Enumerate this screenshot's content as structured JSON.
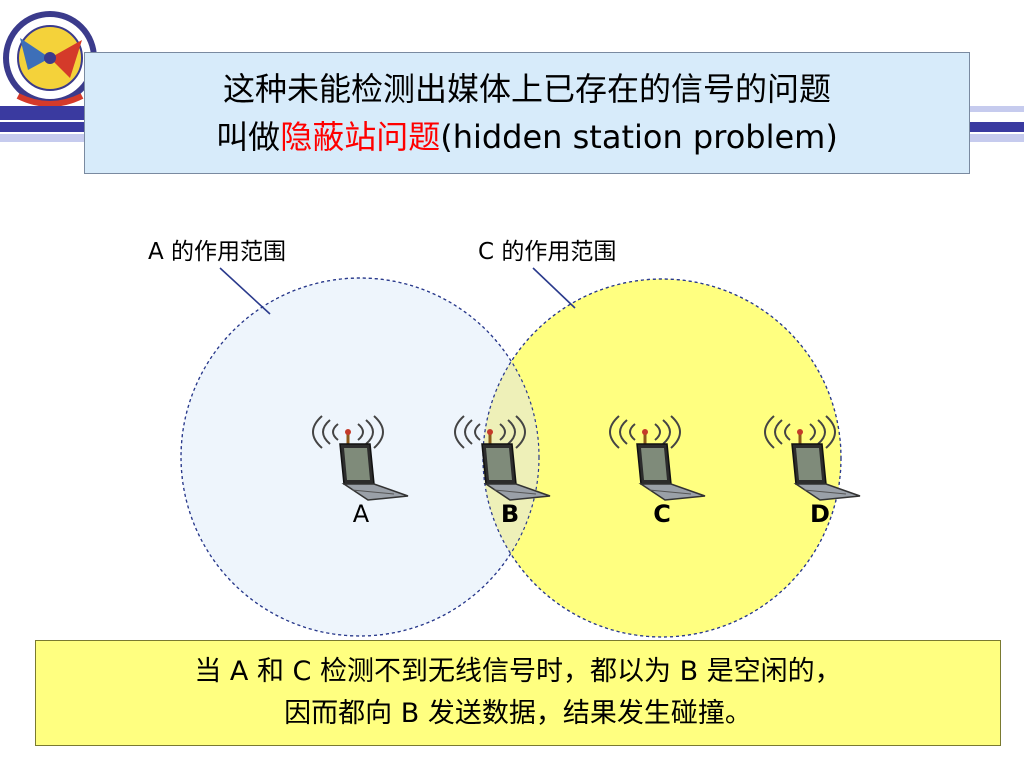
{
  "title": {
    "line1": "这种未能检测出媒体上已存在的信号的问题",
    "line2_prefix": "叫做",
    "line2_highlight": "隐蔽站问题",
    "line2_suffix": "(hidden station problem)"
  },
  "captions": {
    "range_a": "A 的作用范围",
    "range_c": "C 的作用范围"
  },
  "nodes": [
    {
      "id": "A",
      "label": "A"
    },
    {
      "id": "B",
      "label": "B"
    },
    {
      "id": "C",
      "label": "C"
    },
    {
      "id": "D",
      "label": "D"
    }
  ],
  "bottom": {
    "line1": "当 A 和 C 检测不到无线信号时，都以为 B 是空闲的，",
    "line2": "因而都向 B 发送数据，结果发生碰撞。"
  },
  "colors": {
    "highlight": "#ff0000",
    "title_bg": "#d7ebfa",
    "bottom_bg": "#ffff80",
    "range_a_fill": "#eef5fc",
    "range_c_fill": "#ffff80",
    "stripe": "#3a3aa0"
  },
  "icons": {
    "laptop": "laptop-wireless-icon",
    "logo": "university-logo"
  }
}
